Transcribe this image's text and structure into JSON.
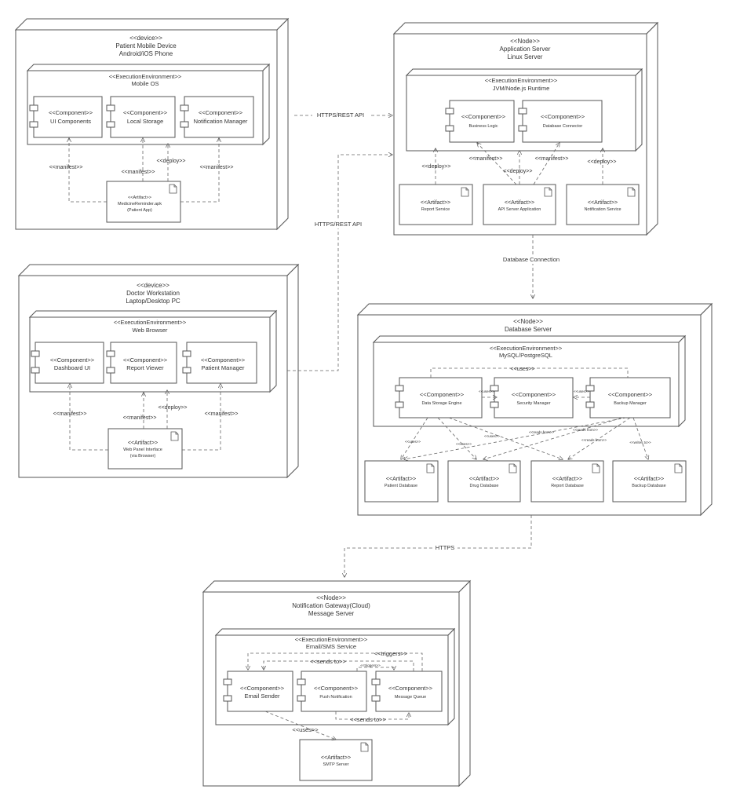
{
  "nodes": {
    "patient": {
      "stereotype": "<<device>>",
      "name": "Patient Mobile Device",
      "subtitle": "Android/iOS Phone",
      "env": {
        "stereotype": "<<ExecutionEnvironment>>",
        "name": "Mobile OS"
      },
      "components": [
        {
          "stereotype": "<<Component>>",
          "name": "UI Components"
        },
        {
          "stereotype": "<<Component>>",
          "name": "Local Storage"
        },
        {
          "stereotype": "<<Component>>",
          "name": "Notification Manager"
        }
      ],
      "artifact": {
        "stereotype": "<<Artifact>>",
        "name": "MedicineReminder.apk",
        "detail": "(Patient App)"
      },
      "labels": {
        "manifest_left": "<<manifest>>",
        "manifest_mid": "<<manifest>>",
        "deploy": "<<deploy>>",
        "manifest_right": "<<manifest>>"
      }
    },
    "doctor": {
      "stereotype": "<<device>>",
      "name": "Doctor Workstation",
      "subtitle": "Laptop/Desktop PC",
      "env": {
        "stereotype": "<<ExecutionEnvironment>>",
        "name": "Web Browser"
      },
      "components": [
        {
          "stereotype": "<<Component>>",
          "name": "Dashboard UI"
        },
        {
          "stereotype": "<<Component>>",
          "name": "Report Viewer"
        },
        {
          "stereotype": "<<Component>>",
          "name": "Patient Manager"
        }
      ],
      "artifact": {
        "stereotype": "<<Artifact>>",
        "name": "Web Panel Interface",
        "detail": "(via Browser)"
      },
      "labels": {
        "manifest_left": "<<manifest>>",
        "manifest_mid": "<<manifest>>",
        "deploy": "<<deploy>>",
        "manifest_right": "<<manifest>>"
      }
    },
    "appserver": {
      "stereotype": "<<Node>>",
      "name": "Application Server",
      "subtitle": "Linux Server",
      "env": {
        "stereotype": "<<ExecutionEnvironment>>",
        "name": "JVM/Node.js Runtime"
      },
      "components": [
        {
          "stereotype": "<<Component>>",
          "name": "Business Logic"
        },
        {
          "stereotype": "<<Component>>",
          "name": "Database Connector"
        }
      ],
      "artifacts": [
        {
          "stereotype": "<<Artifact>>",
          "name": "Report Service"
        },
        {
          "stereotype": "<<Artifact>>",
          "name": "API Server Application"
        },
        {
          "stereotype": "<<Artifact>>",
          "name": "Notification Service"
        }
      ],
      "labels": {
        "deploy_left": "<<deploy>>",
        "manifest_left": "<<manifest>>",
        "deploy_mid": "<<deploy>>",
        "manifest_right": "<<manifest>>",
        "deploy_right": "<<deploy>>"
      }
    },
    "dbserver": {
      "stereotype": "<<Node>>",
      "name": "Database Server",
      "env": {
        "stereotype": "<<ExecutionEnvironment>>",
        "name": "MySQL/PostgreSQL"
      },
      "components": [
        {
          "stereotype": "<<Component>>",
          "name": "Data Storage Engine"
        },
        {
          "stereotype": "<<Component>>",
          "name": "Security Manager"
        },
        {
          "stereotype": "<<Component>>",
          "name": "Backup Manager"
        }
      ],
      "artifacts": [
        {
          "stereotype": "<<Artifact>>",
          "name": "Patient Database"
        },
        {
          "stereotype": "<<Artifact>>",
          "name": "Drug Database"
        },
        {
          "stereotype": "<<Artifact>>",
          "name": "Report Database"
        },
        {
          "stereotype": "<<Artifact>>",
          "name": "Backup Database"
        }
      ],
      "labels": {
        "uses_top": "<<uses>>",
        "uses_tiny_a": "<<uses>>",
        "uses_tiny_b": "<<uses>>",
        "uses1": "<<uses>>",
        "uses2": "<<uses>>",
        "uses3": "<<uses>>",
        "reads1": "<<reads from>>",
        "reads2": "<<reads from>>",
        "reads3": "<<reads from>>",
        "writes": "<<writes to>>"
      }
    },
    "notify": {
      "stereotype": "<<Node>>",
      "name": "Notification Gateway(Cloud)",
      "subtitle": "Message Server",
      "env": {
        "stereotype": "<<ExecutionEnvironment>>",
        "name": "Email/SMS Service"
      },
      "components": [
        {
          "stereotype": "<<Component>>",
          "name": "Email Sender"
        },
        {
          "stereotype": "<<Component>>",
          "name": "Push Notification"
        },
        {
          "stereotype": "<<Component>>",
          "name": "Message Queue"
        }
      ],
      "artifact": {
        "stereotype": "<<Artifact>>",
        "name": "SMTP Server"
      },
      "labels": {
        "triggers_top": "<<triggers>>",
        "sends_top": "<<sends to>>",
        "triggers_tiny": "<<triggers>>",
        "sends_bottom": "<<sends to>>",
        "uses": "<<uses>>"
      }
    }
  },
  "connections": {
    "patient_app": "HTTPS/REST API",
    "doctor_app": "HTTPS/REST API",
    "app_db": "Database Connection",
    "db_notify": "HTTPS"
  }
}
